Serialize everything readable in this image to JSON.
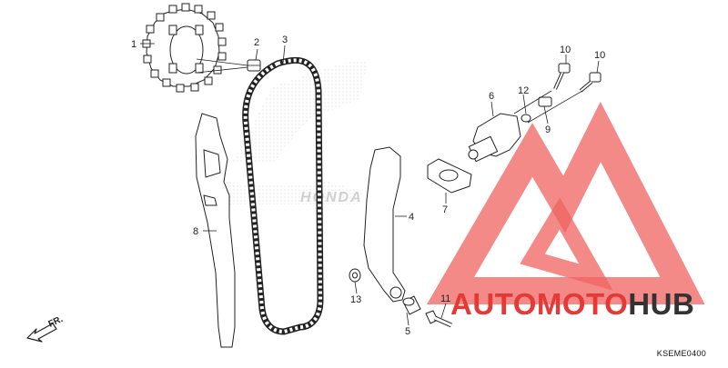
{
  "callouts": {
    "c1": "1",
    "c2": "2",
    "c3": "3",
    "c4": "4",
    "c5": "5",
    "c6": "6",
    "c7": "7",
    "c8": "8",
    "c9": "9",
    "c10a": "10",
    "c10b": "10",
    "c11": "11",
    "c12": "12",
    "c13": "13"
  },
  "orientation": {
    "label": "FR.",
    "icon": "front-arrow-icon"
  },
  "diagram_code": "KSEME0400",
  "watermark": {
    "brand_prefix": "AUTOMOTO",
    "brand_suffix": "HUB",
    "prefix_color": "#e53935",
    "suffix_color": "#222222",
    "logo_color": "#ef5350",
    "background_brand": "HONDA"
  }
}
